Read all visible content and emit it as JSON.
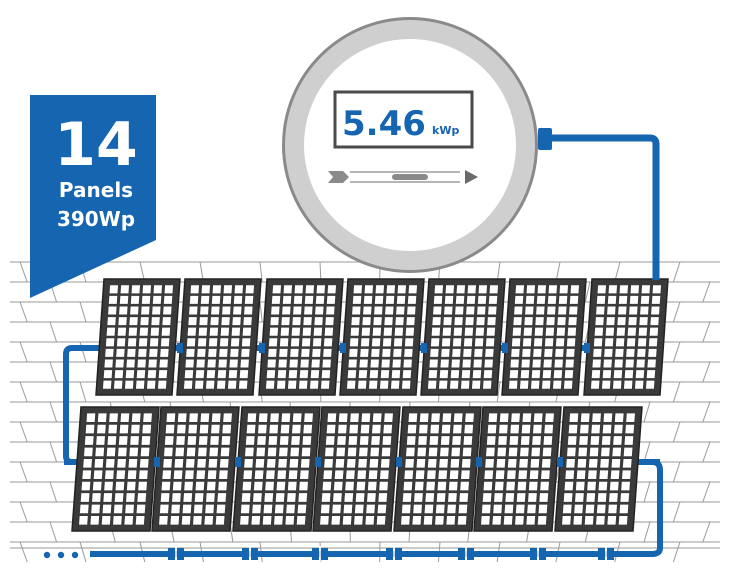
{
  "badge": {
    "count": "14",
    "line1": "Panels",
    "line2": "390Wp",
    "color": "#1565b0"
  },
  "meter": {
    "value": "5.46",
    "unit": "kWp",
    "value_color": "#1565b0",
    "ring_color": "#c8c8c8",
    "ring_edge_color": "#8a8a8a"
  },
  "array": {
    "rows": 2,
    "panels_per_row": 7,
    "panel_fill": "#3a3a3a",
    "cell_fill": "#ffffff"
  },
  "cable": {
    "color": "#1565b0",
    "continuation": "dots"
  },
  "wall": {
    "line_color": "#9a9a9a"
  }
}
